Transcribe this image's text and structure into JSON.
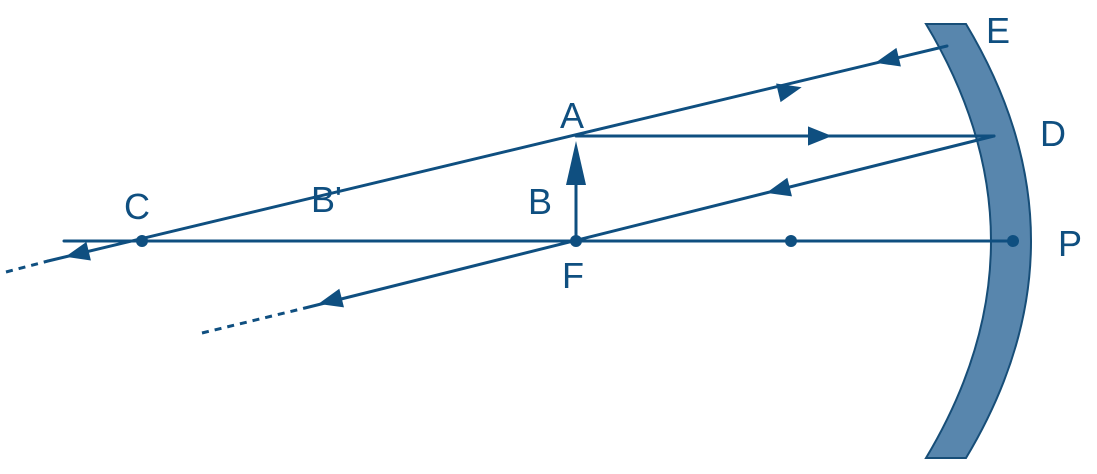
{
  "labels": {
    "E": "E",
    "A": "A",
    "D": "D",
    "C": "C",
    "B_prime": "B'",
    "B": "B",
    "F": "F",
    "P": "P"
  },
  "colors": {
    "ray": "#0f4f80",
    "mirror_fill": "#5886ad",
    "mirror_edge": "#174e78",
    "text": "#0f4f80"
  }
}
